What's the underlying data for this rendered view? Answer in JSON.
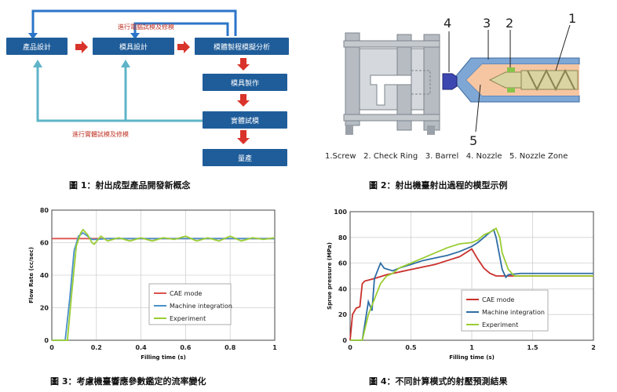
{
  "fig1": {
    "boxes": {
      "product_design": "產品設計",
      "mold_design": "模具設計",
      "process_analysis": "模體製程模擬分析",
      "mold_making": "模具製作",
      "trial_molding": "實體試模",
      "mass_production": "量產"
    },
    "loop_top_label": "進行電腦試模及修模",
    "loop_bottom_label": "進行實體試模及修模",
    "caption": "圖 1：射出成型產品開發新概念"
  },
  "fig2": {
    "numbers": [
      "4",
      "3",
      "2",
      "1",
      "5"
    ],
    "legend": "1.Screw   2. Check Ring   3. Barrel   4. Nozzle   5. Nozzle Zone",
    "caption": "圖 2：射出機臺射出過程的模型示例"
  },
  "fig3": {
    "caption": "圖 3：考慮機臺響應參數鑑定的流率變化",
    "chart_data": {
      "type": "line",
      "xlabel": "Filling time (s)",
      "ylabel": "Flow Rate (cc/sec)",
      "xlim": [
        0,
        1
      ],
      "ylim": [
        0,
        80
      ],
      "xticks": [
        "0",
        "0.2",
        "0.4",
        "0.6",
        "0.8",
        "1"
      ],
      "yticks": [
        "0",
        "20",
        "40",
        "60",
        "80"
      ],
      "grid": true,
      "legend_position": "lower-right",
      "series": [
        {
          "name": "CAE mode",
          "color": "#d9534f",
          "x": [
            0,
            0.01,
            1
          ],
          "y": [
            62.5,
            62.5,
            62.5
          ]
        },
        {
          "name": "Machine integration",
          "color": "#4a90c8",
          "x": [
            0,
            0.06,
            0.08,
            0.1,
            0.12,
            0.14,
            0.16,
            0.18,
            0.2,
            0.25,
            0.3,
            0.4,
            0.5,
            0.6,
            0.7,
            0.8,
            0.9,
            1.0
          ],
          "y": [
            0,
            0,
            25,
            55,
            64,
            66,
            64,
            62,
            62,
            62.5,
            62.5,
            62.5,
            62.5,
            62.5,
            62.5,
            62.5,
            62.5,
            62.5
          ]
        },
        {
          "name": "Experiment",
          "color": "#9acd32",
          "x": [
            0,
            0.07,
            0.09,
            0.11,
            0.13,
            0.14,
            0.16,
            0.18,
            0.19,
            0.22,
            0.25,
            0.3,
            0.35,
            0.4,
            0.45,
            0.5,
            0.55,
            0.6,
            0.65,
            0.7,
            0.75,
            0.8,
            0.85,
            0.9,
            0.95,
            1.0
          ],
          "y": [
            0,
            0,
            30,
            58,
            66,
            68,
            65,
            60,
            59,
            64,
            61,
            63,
            61,
            63,
            61,
            63,
            62,
            64,
            61,
            63,
            61,
            64,
            61,
            63,
            62,
            63
          ]
        }
      ]
    }
  },
  "fig4": {
    "caption": "圖 4：不同計算模式的射壓預測結果",
    "chart_data": {
      "type": "line",
      "xlabel": "Filling time (s)",
      "ylabel": "Sprue pressure (MPa)",
      "xlim": [
        0,
        2
      ],
      "ylim": [
        0,
        100
      ],
      "xticks": [
        "0",
        "0.5",
        "1",
        "1.5",
        "2"
      ],
      "yticks": [
        "0",
        "20",
        "40",
        "60",
        "80",
        "100"
      ],
      "grid": true,
      "legend_position": "lower-center",
      "series": [
        {
          "name": "CAE mode",
          "color": "#c9302c",
          "x": [
            0,
            0.02,
            0.05,
            0.08,
            0.1,
            0.12,
            0.2,
            0.3,
            0.4,
            0.5,
            0.6,
            0.7,
            0.8,
            0.9,
            0.95,
            1.0,
            1.05,
            1.1,
            1.15,
            1.2,
            1.3,
            1.5,
            2.0
          ],
          "y": [
            0,
            20,
            25,
            26,
            44,
            46,
            48,
            51,
            53,
            55,
            57,
            59,
            62,
            65,
            68,
            71,
            63,
            56,
            52,
            50,
            50,
            50,
            50
          ]
        },
        {
          "name": "Machine integration",
          "color": "#2e6da4",
          "x": [
            0,
            0.1,
            0.15,
            0.18,
            0.2,
            0.25,
            0.28,
            0.35,
            0.4,
            0.5,
            0.6,
            0.7,
            0.8,
            0.9,
            1.0,
            1.05,
            1.1,
            1.15,
            1.18,
            1.2,
            1.22,
            1.25,
            1.28,
            1.3,
            1.4,
            1.6,
            2.0
          ],
          "y": [
            0,
            0,
            30,
            23,
            48,
            60,
            56,
            54,
            56,
            59,
            62,
            64,
            66,
            69,
            73,
            76,
            80,
            84,
            86,
            80,
            70,
            55,
            49,
            51,
            52,
            52,
            52
          ]
        },
        {
          "name": "Experiment",
          "color": "#9acd32",
          "x": [
            0,
            0.1,
            0.15,
            0.2,
            0.25,
            0.3,
            0.35,
            0.4,
            0.5,
            0.6,
            0.7,
            0.8,
            0.9,
            1.0,
            1.05,
            1.1,
            1.15,
            1.2,
            1.23,
            1.25,
            1.3,
            1.35,
            1.4,
            1.6,
            2.0
          ],
          "y": [
            0,
            0,
            20,
            32,
            44,
            50,
            52,
            56,
            60,
            64,
            68,
            72,
            75,
            76,
            78,
            82,
            84,
            87,
            80,
            68,
            55,
            50,
            50,
            50,
            50
          ]
        }
      ]
    }
  }
}
